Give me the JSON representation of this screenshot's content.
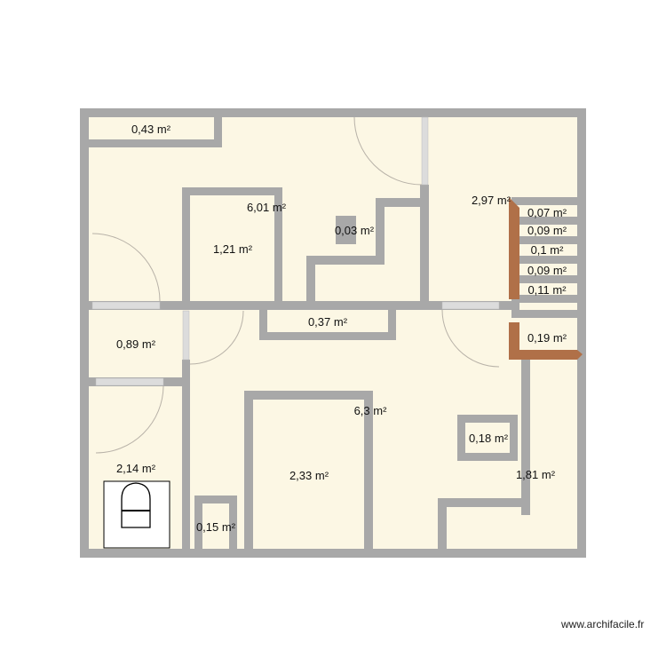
{
  "plan": {
    "colors": {
      "floor": "#fcf7e4",
      "wall": "#a8a8a8",
      "stair_wall": "#b07048",
      "door_arc": "#b8b2a8",
      "door_leaf": "#dcdcdc",
      "fixture_bg": "#ffffff",
      "fixture_line": "#000000"
    },
    "rooms": [
      {
        "id": "r1",
        "label": "0,43 m²"
      },
      {
        "id": "r2",
        "label": "6,01 m²"
      },
      {
        "id": "r3",
        "label": "1,21 m²"
      },
      {
        "id": "r4",
        "label": "0,03 m²"
      },
      {
        "id": "r5",
        "label": "2,97 m²"
      },
      {
        "id": "r6",
        "label": "0,07 m²"
      },
      {
        "id": "r7",
        "label": "0,09 m²"
      },
      {
        "id": "r8",
        "label": "0,1 m²"
      },
      {
        "id": "r9",
        "label": "0,09 m²"
      },
      {
        "id": "r10",
        "label": "0,11 m²"
      },
      {
        "id": "r11",
        "label": "0,89 m²"
      },
      {
        "id": "r12",
        "label": "0,37 m²"
      },
      {
        "id": "r13",
        "label": "0,19 m²"
      },
      {
        "id": "r14",
        "label": "6,3 m²"
      },
      {
        "id": "r15",
        "label": "0,18 m²"
      },
      {
        "id": "r16",
        "label": "2,14 m²"
      },
      {
        "id": "r17",
        "label": "2,33 m²"
      },
      {
        "id": "r18",
        "label": "1,81 m²"
      },
      {
        "id": "r19",
        "label": "0,15 m²"
      }
    ],
    "fixtures": [
      {
        "id": "toilet",
        "icon": "toilet-icon"
      }
    ]
  },
  "footer": {
    "watermark": "www.archifacile.fr"
  }
}
